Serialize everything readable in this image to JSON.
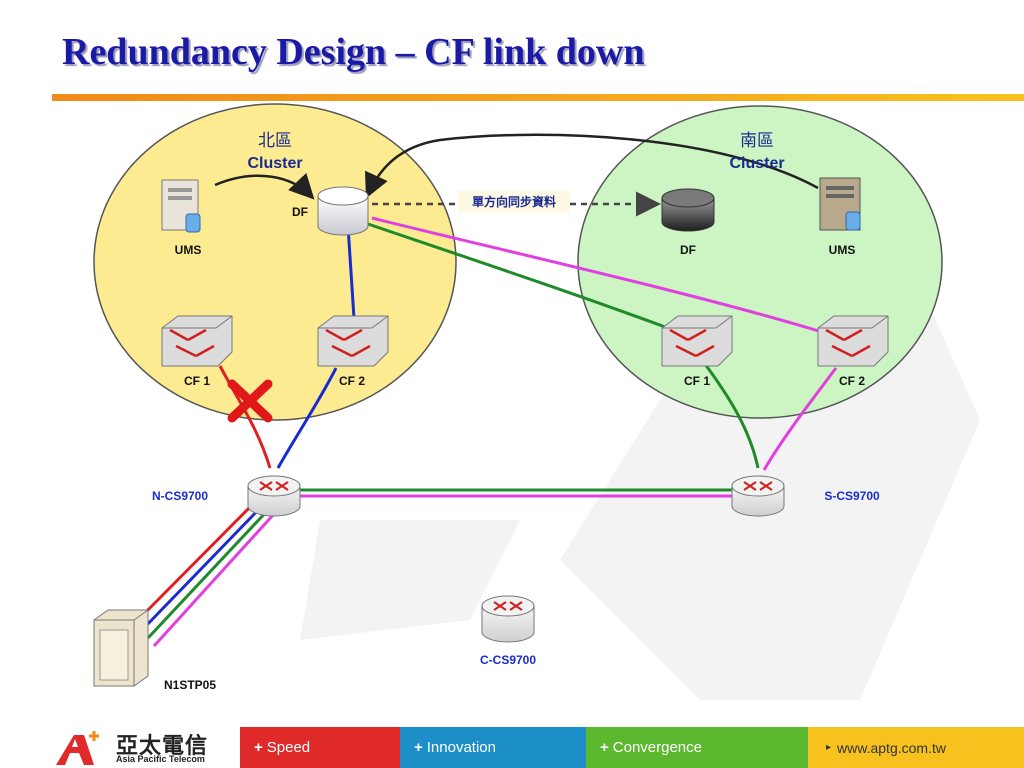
{
  "slide": {
    "title": "Redundancy Design – CF link down"
  },
  "north": {
    "region": "北區",
    "cluster": "Cluster",
    "ums": "UMS",
    "df": "DF",
    "cf1": "CF 1",
    "cf2": "CF 2"
  },
  "south": {
    "region": "南區",
    "cluster": "Cluster",
    "ums": "UMS",
    "df": "DF",
    "cf1": "CF 1",
    "cf2": "CF 2"
  },
  "sync_label": "單方向同步資料",
  "routers": {
    "north": "N-CS9700",
    "south": "S-CS9700",
    "center": "C-CS9700"
  },
  "server": "N1STP05",
  "footer": {
    "logo_zh": "亞太電信",
    "logo_en": "Asia Pacific Telecom",
    "speed": "Speed",
    "innovation": "Innovation",
    "convergence": "Convergence",
    "website": "www.aptg.com.tw",
    "plus": "+",
    "arrow": "▸"
  },
  "colors": {
    "title": "#1a1aa6",
    "north_cluster_fill": "#fdeb92",
    "south_cluster_fill": "#cdf5c4",
    "link_red": "#e02020",
    "link_blue": "#1a2bd0",
    "link_green": "#1f8a2a",
    "link_magenta": "#e040e0",
    "down_mark": "#e01818",
    "speed": "#e02a2a",
    "innovation": "#1c8fc8",
    "convergence": "#5cb82e",
    "website": "#f7c21e"
  }
}
